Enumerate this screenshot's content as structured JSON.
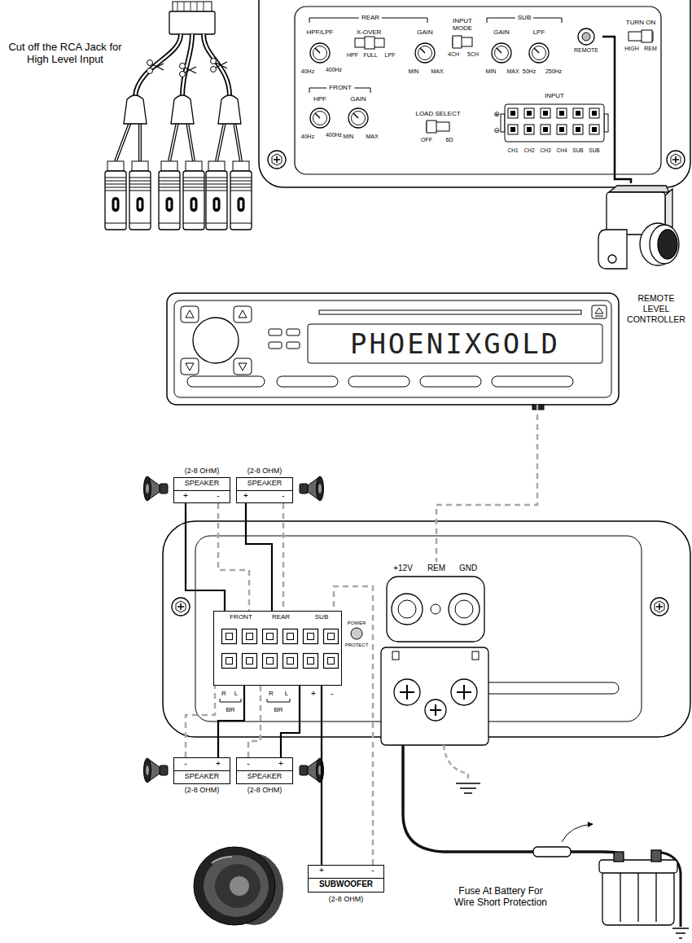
{
  "diagram": {
    "nodes": [
      {
        "text": [
          "REMOTE"
        ]
      },
      {
        "text": [
          "REMOTE LEVEL CONTROLLER"
        ]
      },
      {
        "text": [
          "PHOENIXGOLD"
        ]
      },
      {
        "text": [
          "(2-8 OHM)",
          "SPEAKER"
        ]
      },
      {
        "text": [
          "(2-8 OHM)",
          "SPEAKER"
        ]
      },
      {
        "text": [
          "FRONT",
          "REAR",
          "SUB"
        ]
      },
      {
        "text": [
          "+12V",
          "REM",
          "GND"
        ]
      },
      {
        "text": [
          "SPEAKER",
          "(2-8 OHM)"
        ]
      },
      {
        "text": [
          "SPEAKER",
          "(2-8 OHM)"
        ]
      },
      {
        "text": [
          "SUBWOOFER",
          "(2-8 OHM)"
        ]
      }
    ],
    "edges": [
      {
        "from": 0,
        "to": 1,
        "arrow": "none"
      },
      {
        "from": 2,
        "to": 6,
        "arrow": "none"
      },
      {
        "from": 3,
        "to": 5,
        "arrow": "none"
      },
      {
        "from": 3,
        "to": 5,
        "arrow": "none"
      },
      {
        "from": 4,
        "to": 5,
        "arrow": "none"
      },
      {
        "from": 4,
        "to": 5,
        "arrow": "none"
      },
      {
        "from": 7,
        "to": 5,
        "arrow": "none"
      },
      {
        "from": 7,
        "to": 5,
        "arrow": "none"
      },
      {
        "from": 8,
        "to": 5,
        "arrow": "none"
      },
      {
        "from": 8,
        "to": 5,
        "arrow": "none"
      },
      {
        "from": 9,
        "to": 5,
        "arrow": "none"
      },
      {
        "from": 9,
        "to": 5,
        "arrow": "none"
      }
    ],
    "labels": [
      "Cut off the RCA Jack for High Level Input",
      "REAR",
      "HPF/LPF",
      "40Hz",
      "400Hz",
      "X-OVER",
      "HPF",
      "FULL",
      "LPF",
      "GAIN",
      "MIN",
      "MAX",
      "INPUT MODE",
      "4CH",
      "5CH",
      "SUB",
      "GAIN",
      "MIN",
      "MAX",
      "LPF",
      "50Hz",
      "250Hz",
      "TURN ON",
      "HIGH",
      "REM",
      "FRONT",
      "HPF",
      "40Hz",
      "400Hz",
      "GAIN",
      "MIN",
      "MAX",
      "LOAD SELECT",
      "OFF",
      "6Ω",
      "INPUT",
      "⊕",
      "⊖",
      "CH1",
      "CH2",
      "CH3",
      "CH4",
      "SUB",
      "SUB",
      "R",
      "L",
      "BR",
      "R",
      "L",
      "BR",
      "+",
      "-",
      "POWER",
      "PROTECT",
      "+",
      "-",
      "+",
      "-",
      "-",
      "+",
      "-",
      "+",
      "+",
      "-",
      "Fuse At Battery For Wire Short Protection"
    ]
  }
}
